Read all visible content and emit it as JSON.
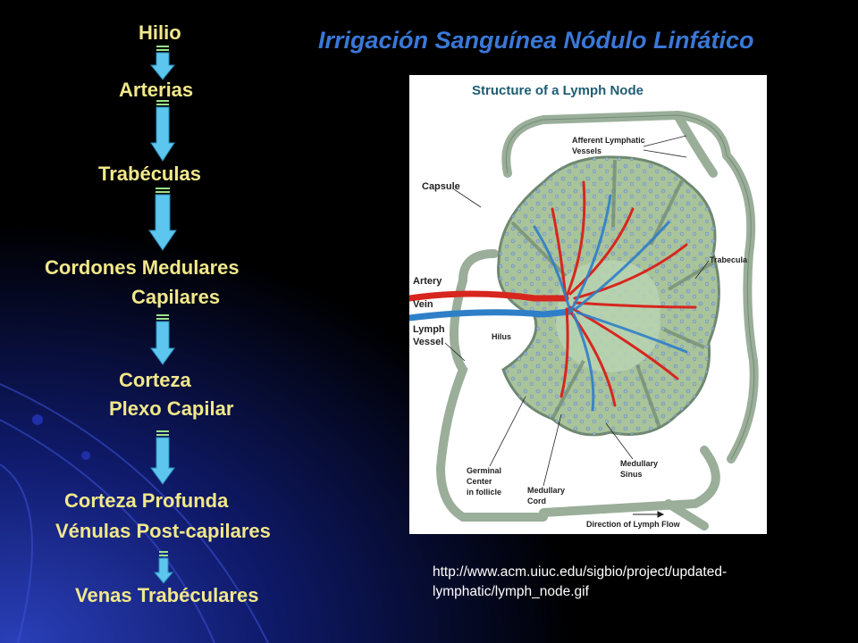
{
  "slide": {
    "title": "Irrigación Sanguínea Nódulo Linfático",
    "flow": [
      "Hilio",
      "Arterias",
      "Trabéculas",
      "Cordones Medulares",
      "Capilares",
      "Corteza",
      "Plexo Capilar",
      "Corteza Profunda",
      "Vénulas Post-capilares",
      "Venas Trabéculares"
    ],
    "url_line1": "http://www.acm.uiuc.edu/sigbio/project/updated-",
    "url_line2": "lymphatic/lymph_node.gif"
  },
  "figure": {
    "title": "Structure of a Lymph Node",
    "labels": {
      "afferent": [
        "Afferent Lymphatic",
        "Vessels"
      ],
      "capsule": "Capsule",
      "trabecula": "Trabecula",
      "artery": "Artery",
      "vein": "Vein",
      "lymph_vessel": [
        "Lymph",
        "Vessel"
      ],
      "hilus": "Hilus",
      "germinal": [
        "Germinal",
        "Center",
        "in follicle"
      ],
      "medullary_cord": [
        "Medullary",
        "Cord"
      ],
      "medullary_sinus": [
        "Medullary",
        "Sinus"
      ],
      "direction": "Direction of Lymph Flow"
    }
  },
  "colors": {
    "label_text": "#f2e88a",
    "title_text": "#3a78d8",
    "arrow_fill": "#5cc6ee",
    "artery_red": "#d7261e",
    "vein_blue": "#2f7fc8",
    "node_green": "#a9c39a"
  }
}
